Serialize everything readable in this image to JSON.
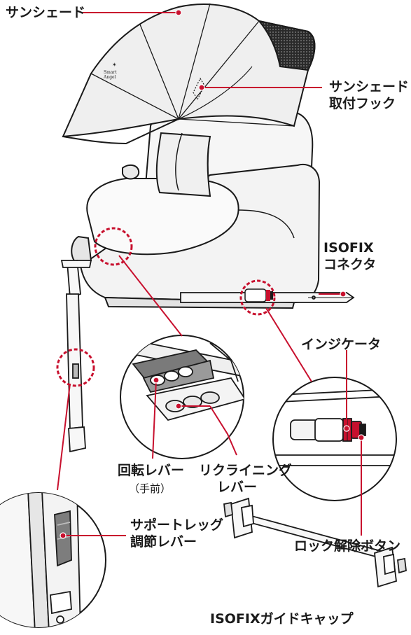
{
  "labels": {
    "sunshade": "サンシェード",
    "sunshade_hook_line1": "サンシェード",
    "sunshade_hook_line2": "取付フック",
    "isofix_line1": "ISOFIX",
    "isofix_line2": "コネクタ",
    "indicator": "インジケータ",
    "rotate_lever": "回転レバー",
    "rotate_lever_note": "（手前）",
    "recline_line1": "リクライニング",
    "recline_line2": "レバー",
    "lock_release": "ロック解除ボタン",
    "support_leg_line1": "サポートレッグ",
    "support_leg_line2": "調節レバー",
    "isofix_guide_cap": "ISOFIXガイドキャップ"
  },
  "logo_text": "Smart Angel",
  "colors": {
    "leader": "#c8102e",
    "outline": "#1a1a1a",
    "shade_fill": "#efefef",
    "seat_fill": "#f6f6f6"
  }
}
